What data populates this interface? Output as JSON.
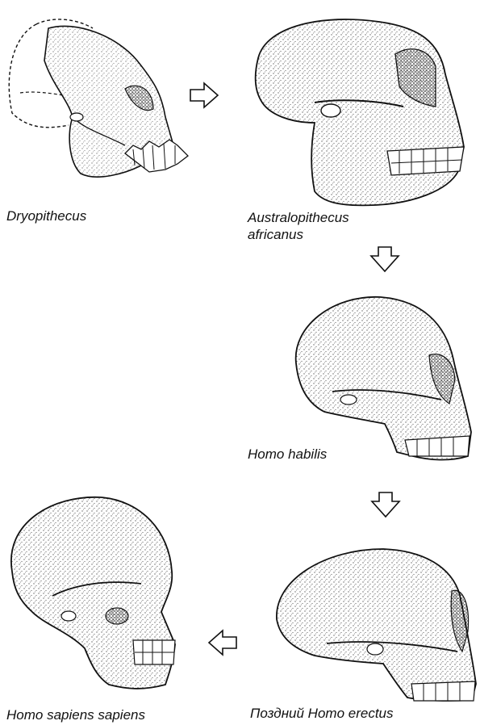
{
  "specimens": [
    {
      "id": "dryopithecus",
      "label": "Dryopithecus"
    },
    {
      "id": "australopithecus",
      "label_line1": "Australopithecus",
      "label_line2": "africanus"
    },
    {
      "id": "homo-habilis",
      "label": "Homo habilis"
    },
    {
      "id": "late-homo-erectus",
      "label": "Поздний Homo erectus"
    },
    {
      "id": "homo-sapiens-sapiens",
      "label": "Homo sapiens sapiens"
    }
  ],
  "arrows": [
    {
      "from": "dryopithecus",
      "to": "australopithecus",
      "direction": "right"
    },
    {
      "from": "australopithecus",
      "to": "homo-habilis",
      "direction": "down"
    },
    {
      "from": "homo-habilis",
      "to": "late-homo-erectus",
      "direction": "down"
    },
    {
      "from": "late-homo-erectus",
      "to": "homo-sapiens-sapiens",
      "direction": "left"
    }
  ],
  "colors": {
    "ink": "#111111",
    "paper": "#ffffff",
    "shade": "#555555"
  }
}
